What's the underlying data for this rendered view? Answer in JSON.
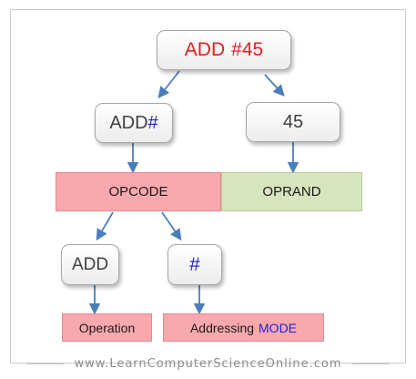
{
  "root": {
    "mnemonic": "ADD",
    "symbol": "#",
    "value": "45"
  },
  "level2": {
    "opcode_text": "ADD",
    "opcode_symbol": "#",
    "operand_text": "45"
  },
  "fields": {
    "opcode_label": "OPCODE",
    "operand_label": "OPRAND"
  },
  "level4": {
    "operation_text": "ADD",
    "mode_symbol": "#"
  },
  "labels": {
    "operation": "Operation",
    "addressing": "Addressing",
    "mode": "MODE"
  },
  "footer": {
    "url": "www.LearnComputerScienceOnline.com"
  },
  "colors": {
    "opcode_fill": "#f9a8ad",
    "operand_fill": "#d7e4bd",
    "arrow": "#4a7ebb",
    "label_fill": "#f9a8ad",
    "accent_red": "#e02020",
    "accent_blue": "#1f1fd0"
  }
}
